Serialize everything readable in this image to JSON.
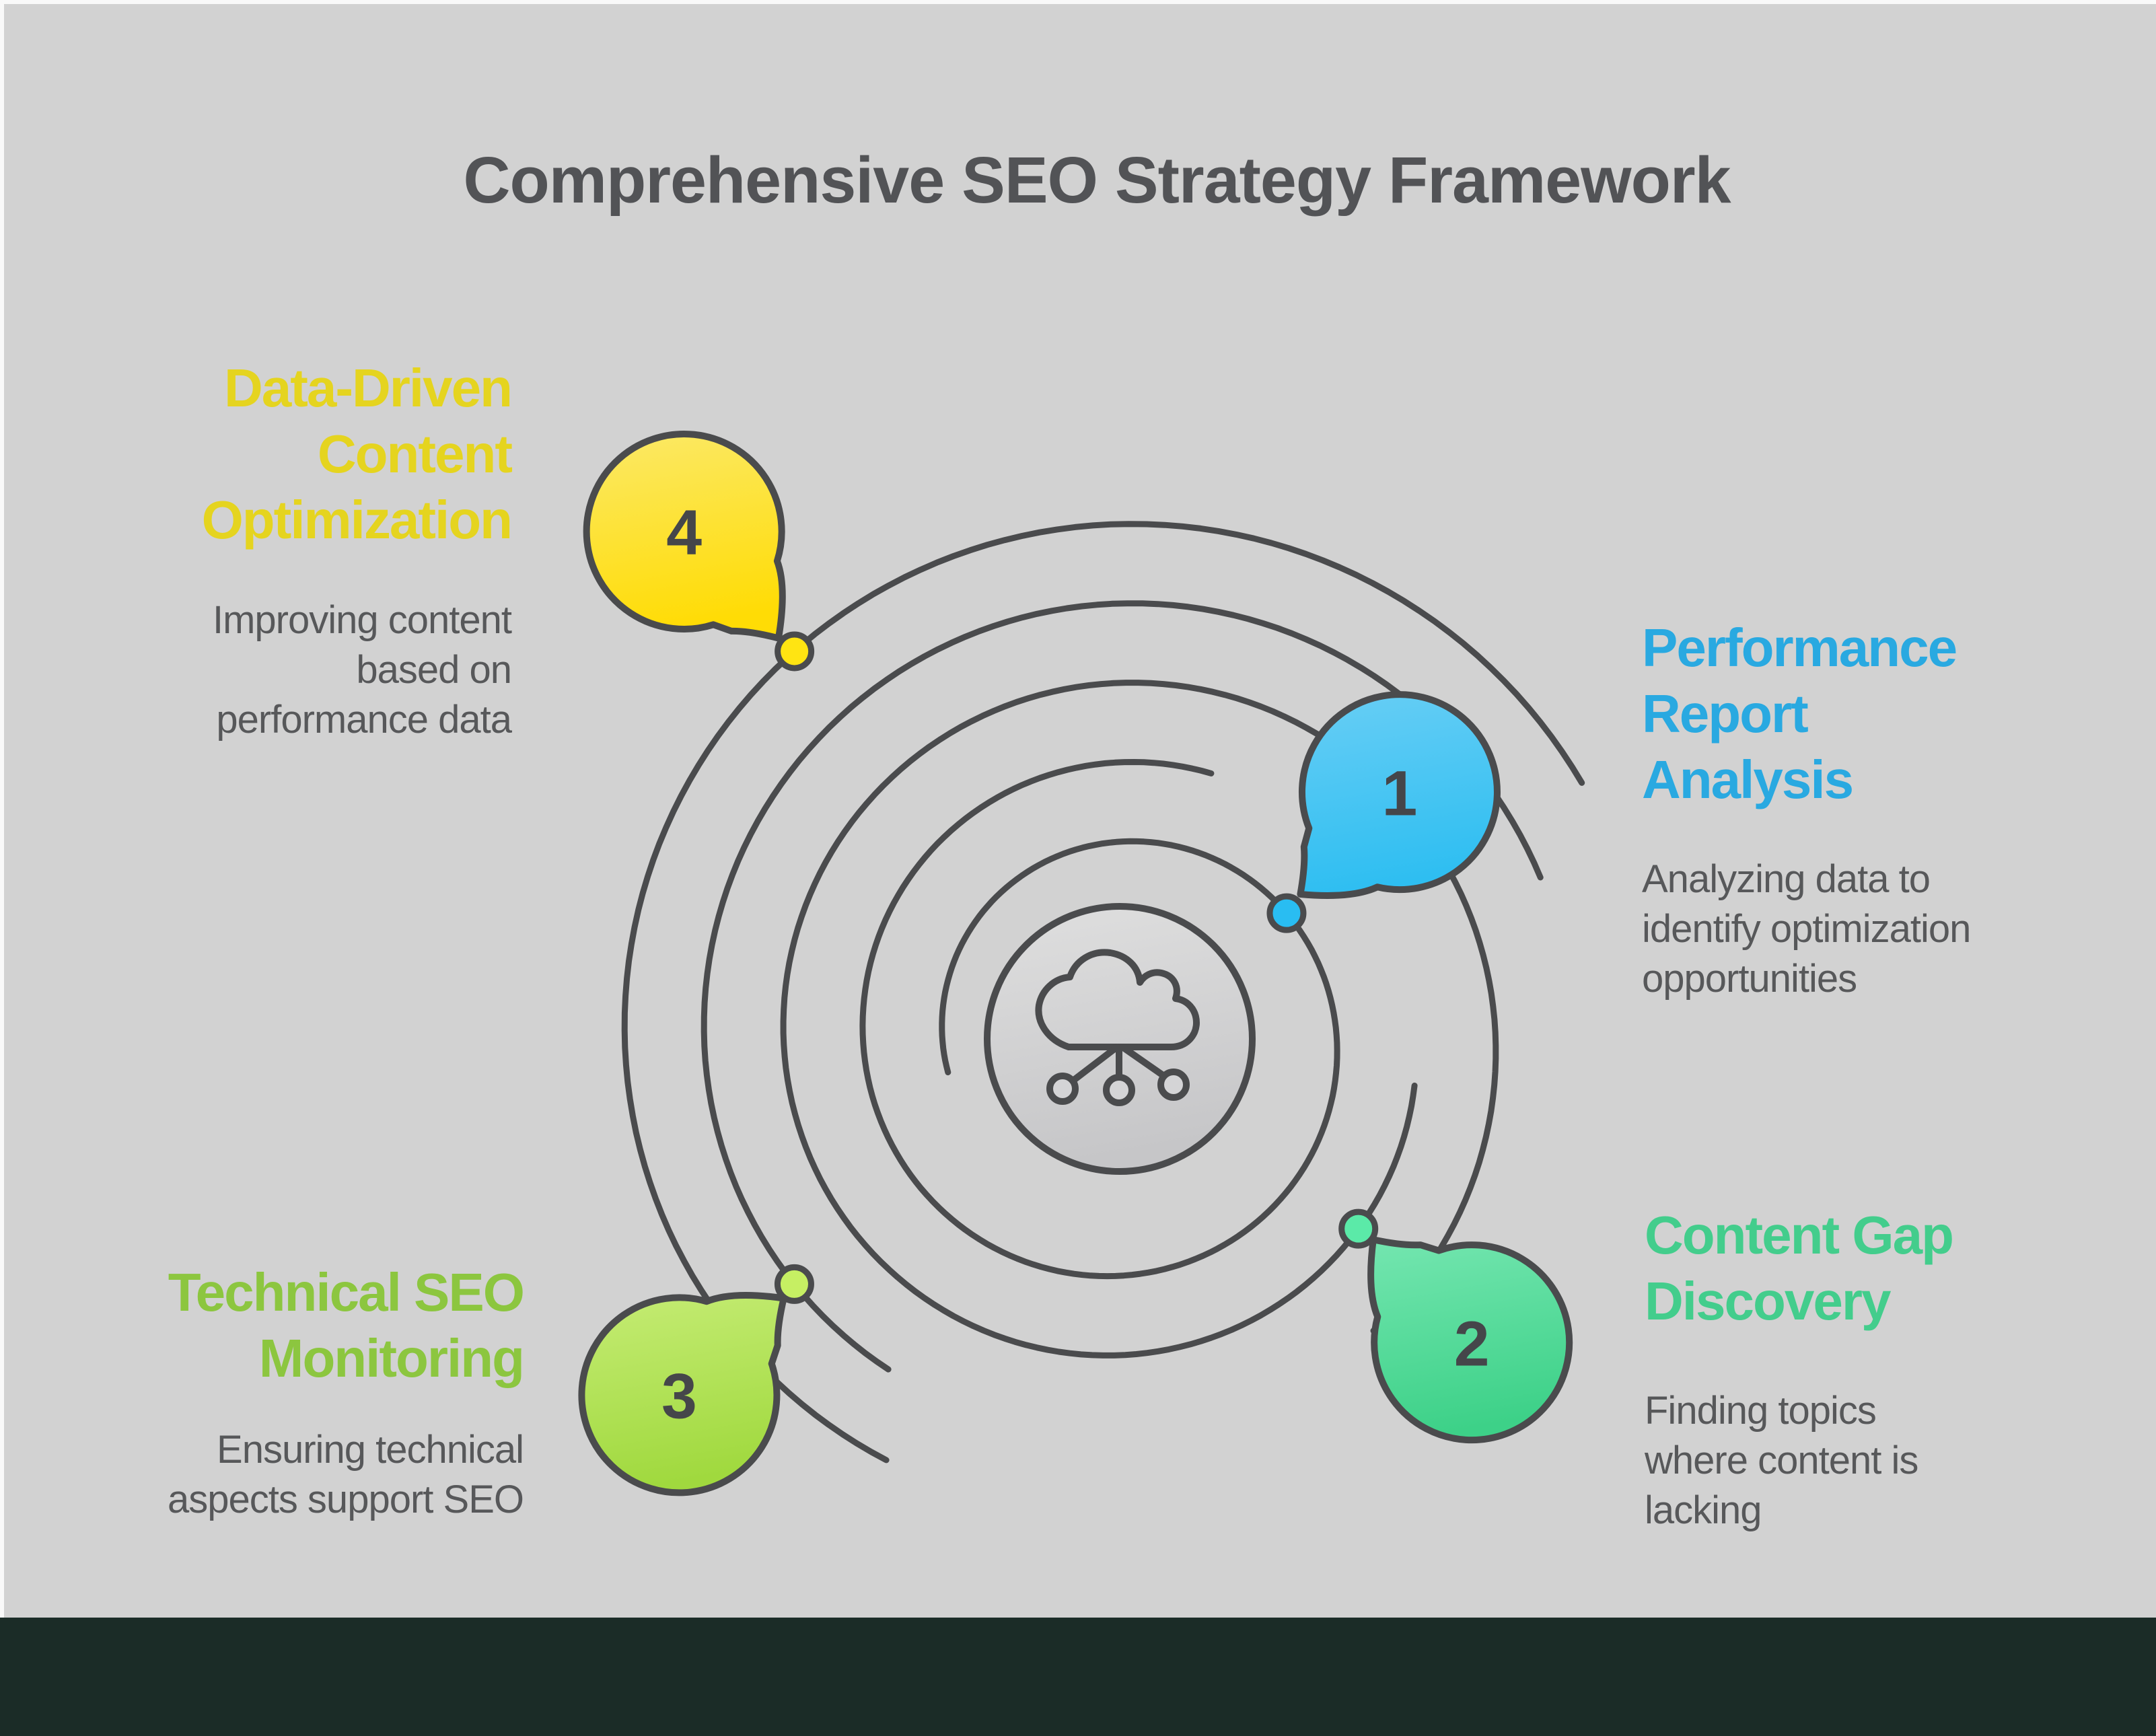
{
  "title": "Comprehensive SEO Strategy Framework",
  "colors": {
    "background": "#D2D2D2",
    "frame": "#F9F9F9",
    "stroke": "#4A4B4D",
    "title_text": "#525356",
    "desc_text": "#57585A",
    "number_text": "#45464A",
    "footer_bar": "#1B2C27",
    "center_circle_top": "#DFDFDF",
    "center_circle_bottom": "#C6C6C8"
  },
  "center_icon": "cloud-network-icon",
  "steps": [
    {
      "number": "1",
      "heading": "Performance Report Analysis",
      "heading_lines": [
        "Performance",
        "Report",
        "Analysis"
      ],
      "description": "Analyzing data to identify optimization opportunities",
      "desc_lines": [
        "Analyzing data to",
        "identify optimization",
        "opportunities"
      ],
      "accent": "#29A9E1",
      "bubble_light": "#68CEF5",
      "bubble_dark": "#2EBEF1",
      "dot_color": "#29BDF2"
    },
    {
      "number": "2",
      "heading": "Content Gap Discovery",
      "heading_lines": [
        "Content Gap",
        "Discovery"
      ],
      "description": "Finding topics where content is lacking",
      "desc_lines": [
        "Finding topics",
        "where content is",
        "lacking"
      ],
      "accent": "#43CD8C",
      "bubble_light": "#74E6B0",
      "bubble_dark": "#3DD188",
      "dot_color": "#5BEAA8"
    },
    {
      "number": "3",
      "heading": "Technical SEO Monitoring",
      "heading_lines": [
        "Technical SEO",
        "Monitoring"
      ],
      "description": "Ensuring technical aspects support SEO",
      "desc_lines": [
        "Ensuring technical",
        "aspects support SEO"
      ],
      "accent": "#8CC63F",
      "bubble_light": "#C5EC74",
      "bubble_dark": "#A0D93E",
      "dot_color": "#C6EF63"
    },
    {
      "number": "4",
      "heading": "Data-Driven Content Optimization",
      "heading_lines": [
        "Data-Driven",
        "Content",
        "Optimization"
      ],
      "description": "Improving content based on performance data",
      "desc_lines": [
        "Improving content",
        "based on",
        "performance data"
      ],
      "accent": "#E5D41F",
      "bubble_light": "#FBE968",
      "bubble_dark": "#FFDC05",
      "dot_color": "#FFE412"
    }
  ]
}
